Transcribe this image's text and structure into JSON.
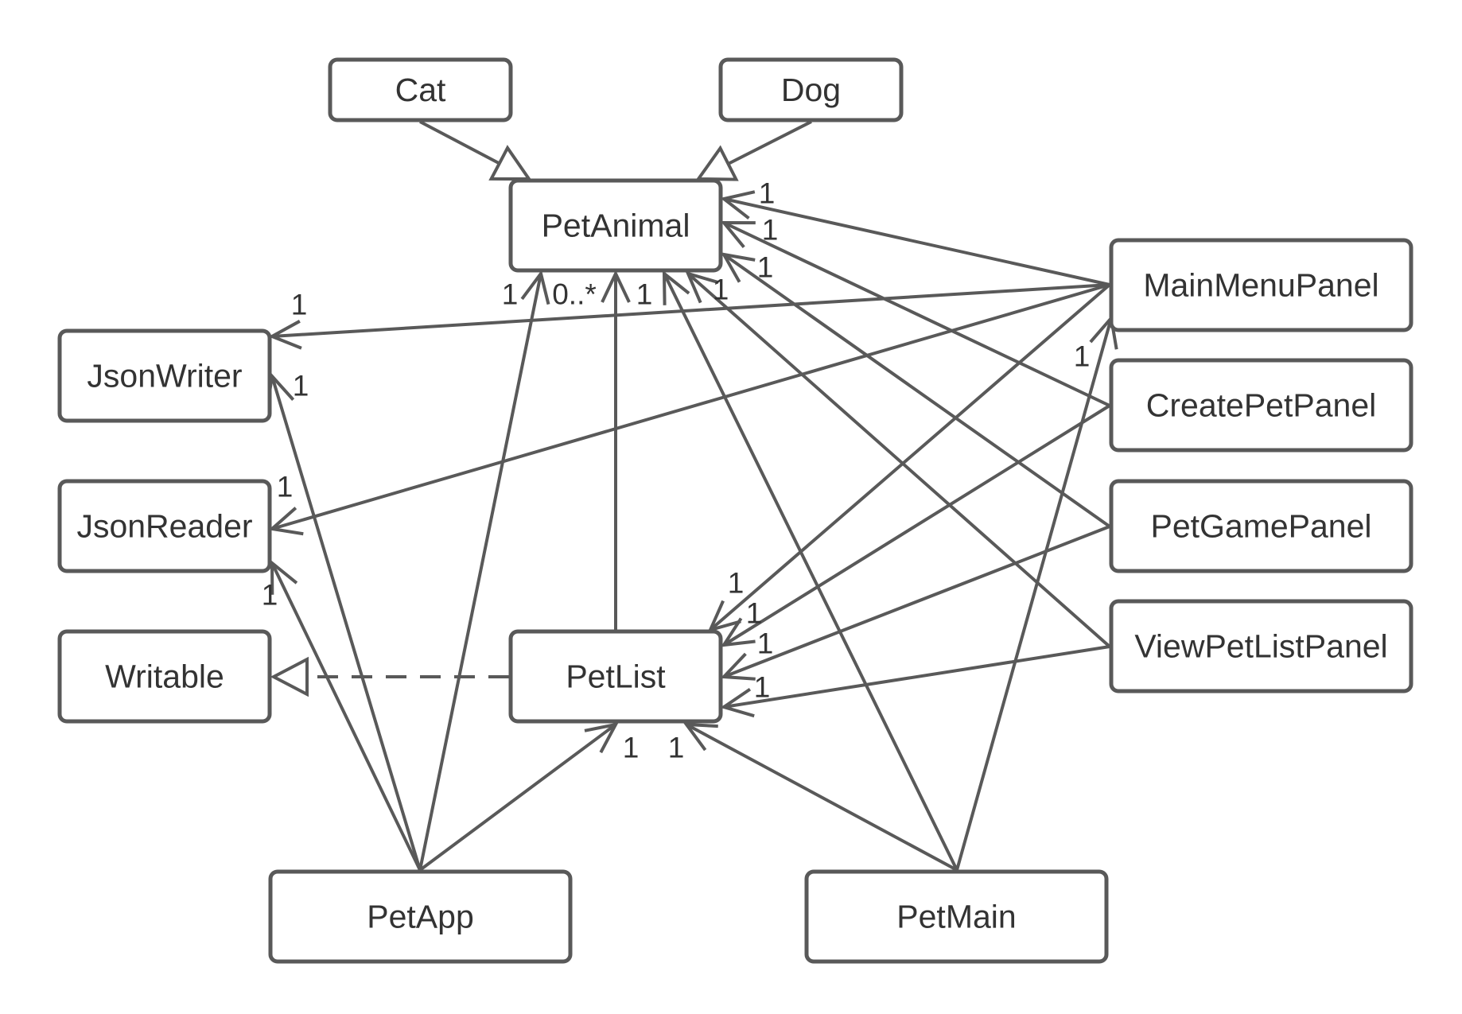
{
  "diagram": {
    "classes": {
      "cat": "Cat",
      "dog": "Dog",
      "pet_animal": "PetAnimal",
      "json_writer": "JsonWriter",
      "json_reader": "JsonReader",
      "writable": "Writable",
      "pet_list": "PetList",
      "main_menu_panel": "MainMenuPanel",
      "create_pet_panel": "CreatePetPanel",
      "pet_game_panel": "PetGamePanel",
      "view_pet_list_panel": "ViewPetListPanel",
      "pet_app": "PetApp",
      "pet_main": "PetMain"
    },
    "relationships": [
      {
        "from": "cat",
        "to": "pet_animal",
        "kind": "generalization"
      },
      {
        "from": "dog",
        "to": "pet_animal",
        "kind": "generalization"
      },
      {
        "from": "pet_list",
        "to": "writable",
        "kind": "realization"
      },
      {
        "from": "pet_list",
        "to": "pet_animal",
        "kind": "association",
        "multiplicity": "0..*"
      },
      {
        "from": "main_menu_panel",
        "to": "pet_animal",
        "kind": "association",
        "multiplicity": "1"
      },
      {
        "from": "create_pet_panel",
        "to": "pet_animal",
        "kind": "association",
        "multiplicity": "1"
      },
      {
        "from": "pet_game_panel",
        "to": "pet_animal",
        "kind": "association",
        "multiplicity": "1"
      },
      {
        "from": "view_pet_list_panel",
        "to": "pet_animal",
        "kind": "association",
        "multiplicity": "1"
      },
      {
        "from": "pet_app",
        "to": "pet_animal",
        "kind": "association",
        "multiplicity": "1"
      },
      {
        "from": "pet_main",
        "to": "pet_animal",
        "kind": "association",
        "multiplicity": "1"
      },
      {
        "from": "main_menu_panel",
        "to": "json_writer",
        "kind": "association",
        "multiplicity": "1"
      },
      {
        "from": "pet_app",
        "to": "json_writer",
        "kind": "association",
        "multiplicity": "1"
      },
      {
        "from": "main_menu_panel",
        "to": "json_reader",
        "kind": "association",
        "multiplicity": "1"
      },
      {
        "from": "pet_app",
        "to": "json_reader",
        "kind": "association",
        "multiplicity": "1"
      },
      {
        "from": "main_menu_panel",
        "to": "pet_list",
        "kind": "association",
        "multiplicity": "1"
      },
      {
        "from": "create_pet_panel",
        "to": "pet_list",
        "kind": "association",
        "multiplicity": "1"
      },
      {
        "from": "pet_game_panel",
        "to": "pet_list",
        "kind": "association",
        "multiplicity": "1"
      },
      {
        "from": "view_pet_list_panel",
        "to": "pet_list",
        "kind": "association",
        "multiplicity": "1"
      },
      {
        "from": "pet_app",
        "to": "pet_list",
        "kind": "association",
        "multiplicity": "1"
      },
      {
        "from": "pet_main",
        "to": "pet_list",
        "kind": "association",
        "multiplicity": "1"
      },
      {
        "from": "pet_main",
        "to": "main_menu_panel",
        "kind": "association",
        "multiplicity": "1"
      }
    ]
  }
}
